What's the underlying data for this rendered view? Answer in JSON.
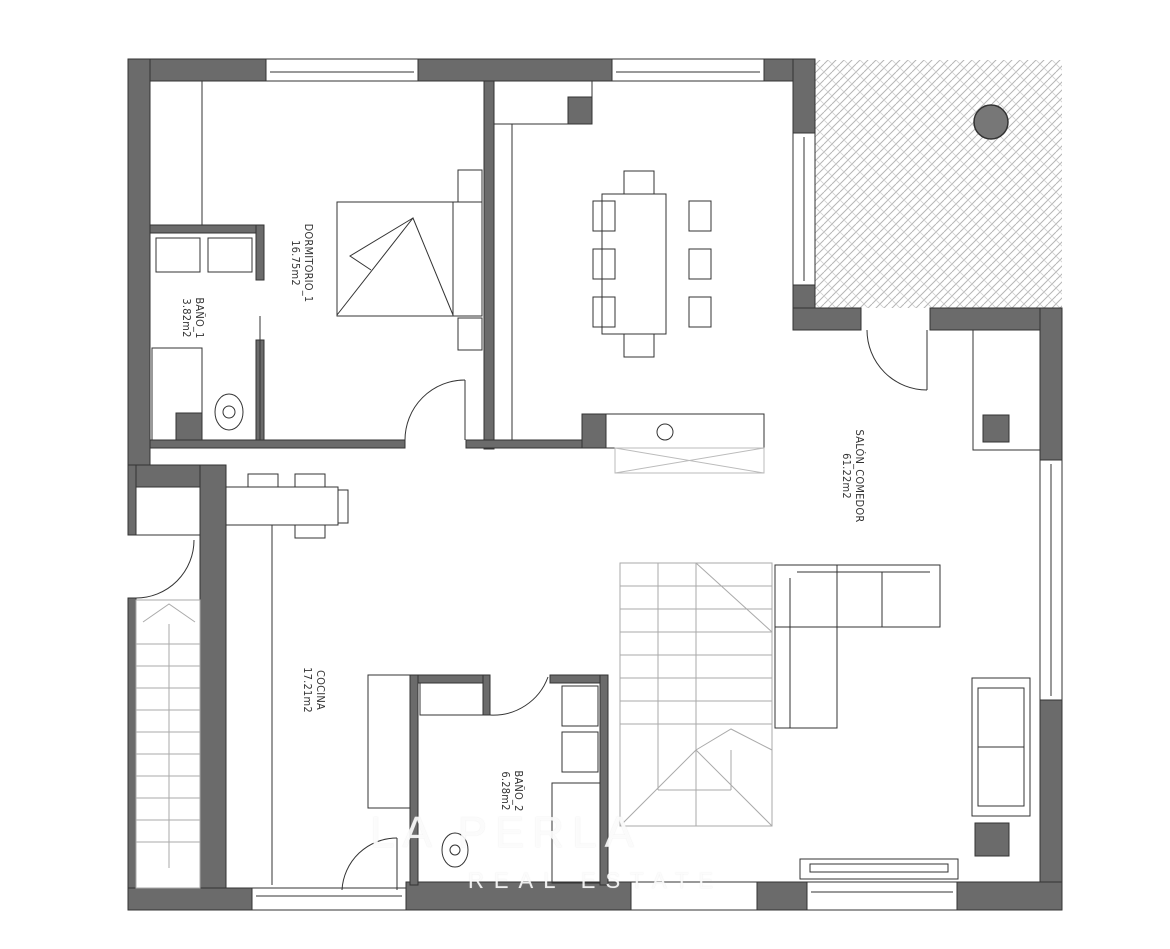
{
  "plan": {
    "title": "Floor plan",
    "colors": {
      "wall": "#666666",
      "line": "#333333",
      "terrace_pattern": "#bdbdbd",
      "background": "#ffffff"
    }
  },
  "rooms": [
    {
      "id": "dormitorio_1",
      "name": "DORMITORIO_1",
      "area": "16.75m2"
    },
    {
      "id": "bano_1",
      "name": "BAÑO_1",
      "area": "3.82m2"
    },
    {
      "id": "salon_comedor",
      "name": "SALÓN_COMEDOR",
      "area": "61.22m2"
    },
    {
      "id": "cocina",
      "name": "COCINA",
      "area": "17.21m2"
    },
    {
      "id": "bano_2",
      "name": "BAÑO_2",
      "area": "6.28m2"
    }
  ],
  "watermark": {
    "line1": "LA PERLA",
    "line2": "REAL ESTATE"
  }
}
